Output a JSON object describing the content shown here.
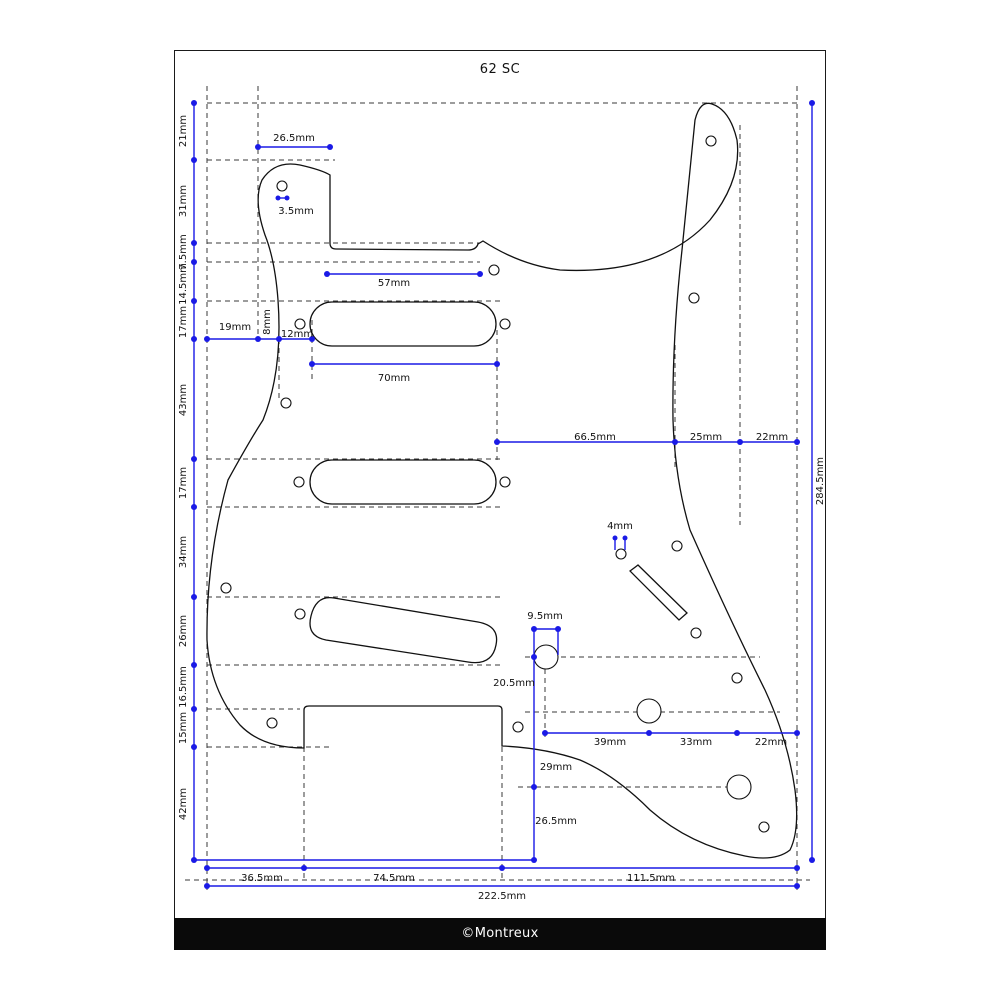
{
  "title": "62 SC",
  "footer": "©Montreux",
  "colors": {
    "dimension": "#1a1ae6",
    "outline": "#111111",
    "footer_bg": "#0a0a0a"
  },
  "dimensions": {
    "top_width": "26.5mm",
    "hole_dia_small": "3.5mm",
    "neck_pocket": "57mm",
    "pickup_length": "70mm",
    "left_19": "19mm",
    "left_8": "8mm",
    "left_12": "12mm",
    "d66_5": "66.5mm",
    "d25": "25mm",
    "d22_upper": "22mm",
    "d4": "4mm",
    "d9_5": "9.5mm",
    "d20_5": "20.5mm",
    "d39": "39mm",
    "d33": "33mm",
    "d22_lower": "22mm",
    "d29": "29mm",
    "d26_5_lower": "26.5mm",
    "total_height": "284.5mm",
    "bottom_36_5": "36.5mm",
    "bottom_74_5": "74.5mm",
    "bottom_111_5": "111.5mm",
    "total_width": "222.5mm",
    "v21": "21mm",
    "v31": "31mm",
    "v7_5": "7.5mm",
    "v14_5": "14.5mm",
    "v17_a": "17mm",
    "v43": "43mm",
    "v17_b": "17mm",
    "v34": "34mm",
    "v26": "26mm",
    "v16_5": "16.5mm",
    "v15": "15mm",
    "v42": "42mm"
  }
}
